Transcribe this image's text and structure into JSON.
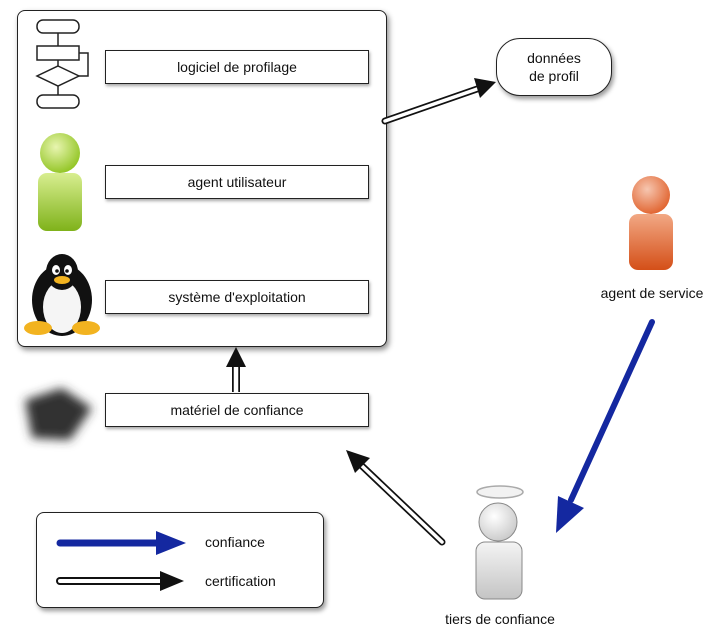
{
  "boxes": {
    "profiling_software": "logiciel de profilage",
    "user_agent": "agent utilisateur",
    "operating_system": "système d'exploitation",
    "trusted_hardware": "matériel de confiance"
  },
  "bubble": {
    "line1": "données",
    "line2": "de profil"
  },
  "actors": {
    "service_agent": "agent de service",
    "trusted_third_party": "tiers de confiance"
  },
  "legend": {
    "trust": "confiance",
    "certification": "certification"
  },
  "icons": {
    "flowchart": "flowchart-icon",
    "user": "user-agent-person-icon",
    "os": "linux-penguin-icon",
    "hardware": "hardware-chip-icon",
    "service": "service-agent-person-icon",
    "third_party": "trusted-third-party-person-icon"
  },
  "colors": {
    "trust_arrow": "#1428a0",
    "user_agent_green": "#8fc31f",
    "service_agent_orange": "#e0602a",
    "third_party_gray": "#d8d8d8"
  }
}
